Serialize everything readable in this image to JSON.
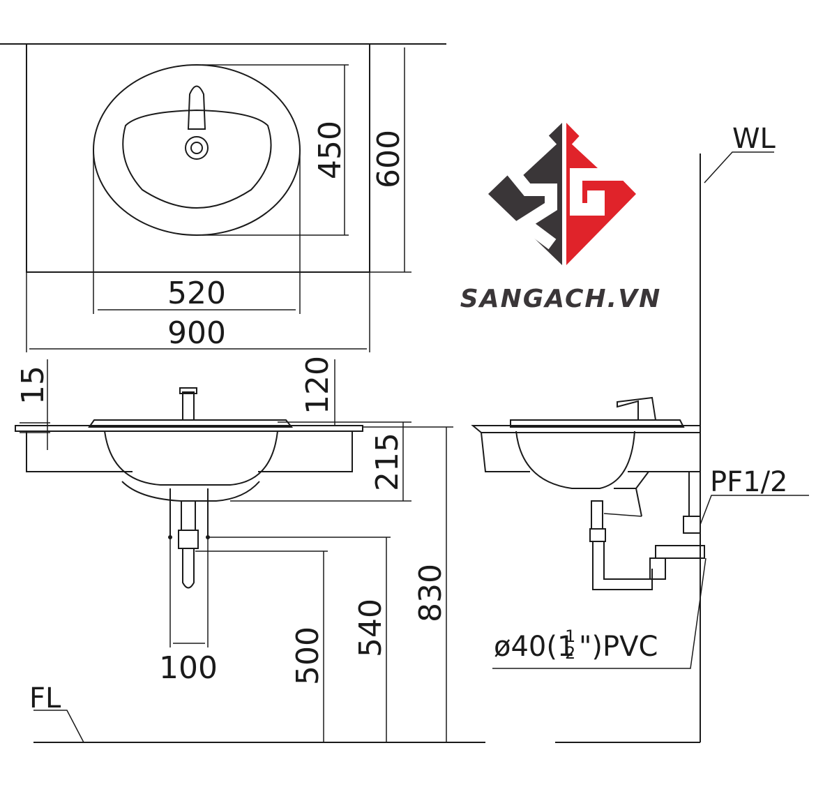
{
  "brand": {
    "name": "SANGACH.VN",
    "colors": {
      "dark": "#3a3638",
      "red": "#e0232a",
      "text": "#3a3638"
    }
  },
  "top_view": {
    "dim_basin_depth": "450",
    "dim_counter_depth": "600",
    "dim_basin_width": "520",
    "dim_counter_width": "900"
  },
  "front_view": {
    "dim_top_thickness": "15",
    "dim_faucet_height": "120",
    "dim_bowl_depth": "215",
    "dim_drain_spacing": "100",
    "dim_height_500": "500",
    "dim_height_540": "540",
    "dim_height_830": "830",
    "floor_label": "FL"
  },
  "side_view": {
    "wall_label": "WL",
    "supply_label": "PF1/2",
    "drain_label_prefix": "ø40(1",
    "drain_label_frac_num": "1",
    "drain_label_frac_den": "2",
    "drain_label_suffix": "\")PVC"
  }
}
